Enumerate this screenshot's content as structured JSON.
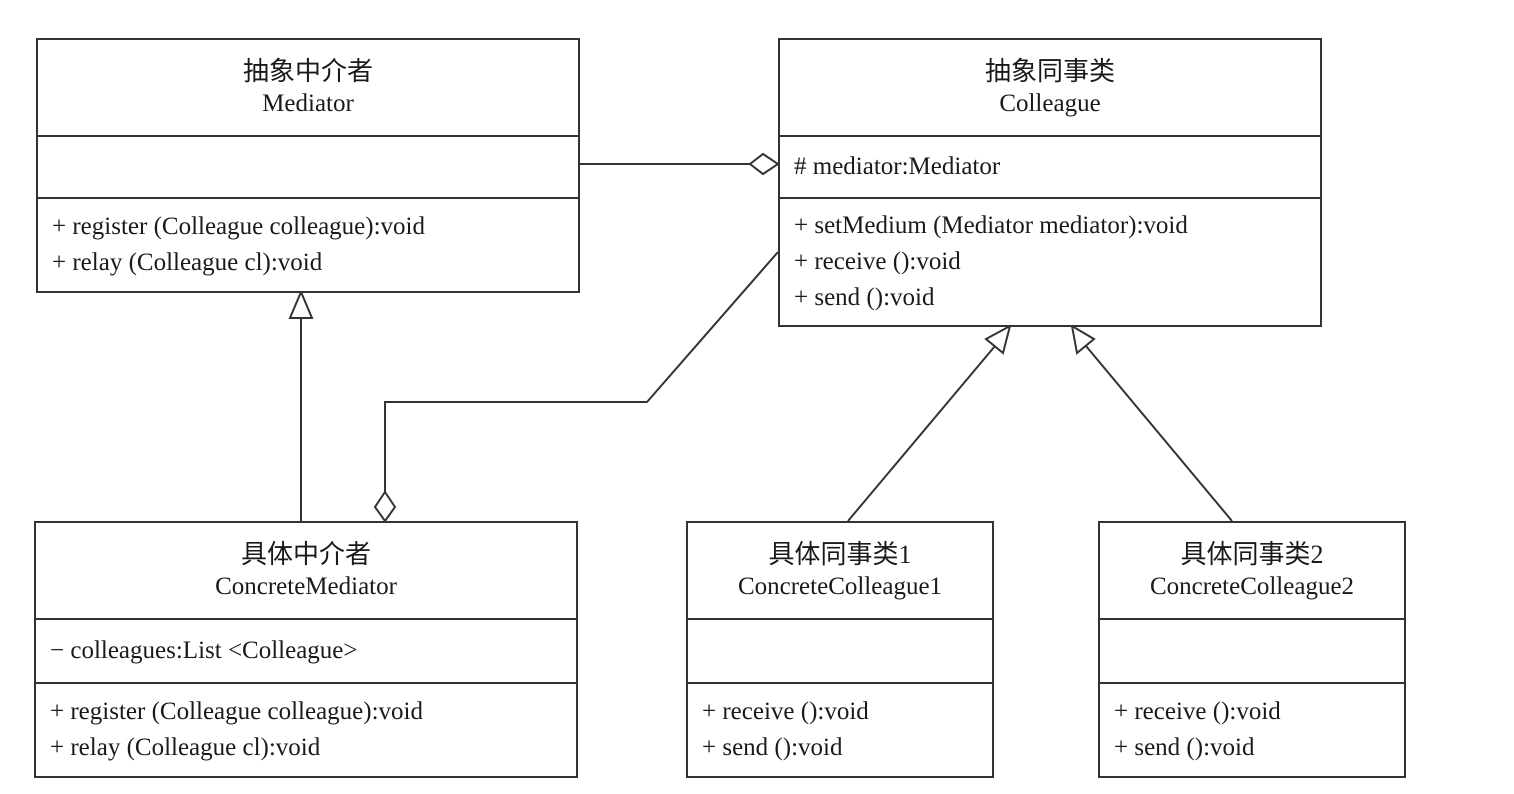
{
  "classes": {
    "mediator": {
      "cn": "抽象中介者",
      "en": "Mediator",
      "attributes": [],
      "operations": [
        "+ register (Colleague colleague):void",
        "+ relay (Colleague cl):void"
      ]
    },
    "colleague": {
      "cn": "抽象同事类",
      "en": "Colleague",
      "attributes": [
        "# mediator:Mediator"
      ],
      "operations": [
        "+ setMedium (Mediator mediator):void",
        "+ receive ():void",
        "+ send ():void"
      ]
    },
    "concrete_mediator": {
      "cn": "具体中介者",
      "en": "ConcreteMediator",
      "attributes": [
        "− colleagues:List <Colleague>"
      ],
      "operations": [
        "+ register (Colleague colleague):void",
        "+ relay (Colleague cl):void"
      ]
    },
    "concrete_colleague1": {
      "cn": "具体同事类1",
      "en": "ConcreteColleague1",
      "attributes": [],
      "operations": [
        "+ receive ():void",
        "+ send ():void"
      ]
    },
    "concrete_colleague2": {
      "cn": "具体同事类2",
      "en": "ConcreteColleague2",
      "attributes": [],
      "operations": [
        "+ receive ():void",
        "+ send ():void"
      ]
    }
  },
  "relationships": [
    {
      "type": "aggregation",
      "whole": "Colleague",
      "part": "Mediator"
    },
    {
      "type": "generalization",
      "child": "ConcreteMediator",
      "parent": "Mediator"
    },
    {
      "type": "aggregation",
      "whole": "ConcreteMediator",
      "part": "Colleague"
    },
    {
      "type": "generalization",
      "child": "ConcreteColleague1",
      "parent": "Colleague"
    },
    {
      "type": "generalization",
      "child": "ConcreteColleague2",
      "parent": "Colleague"
    }
  ],
  "colors": {
    "line": "#333333",
    "text": "#1a1a1a",
    "background": "#ffffff"
  }
}
